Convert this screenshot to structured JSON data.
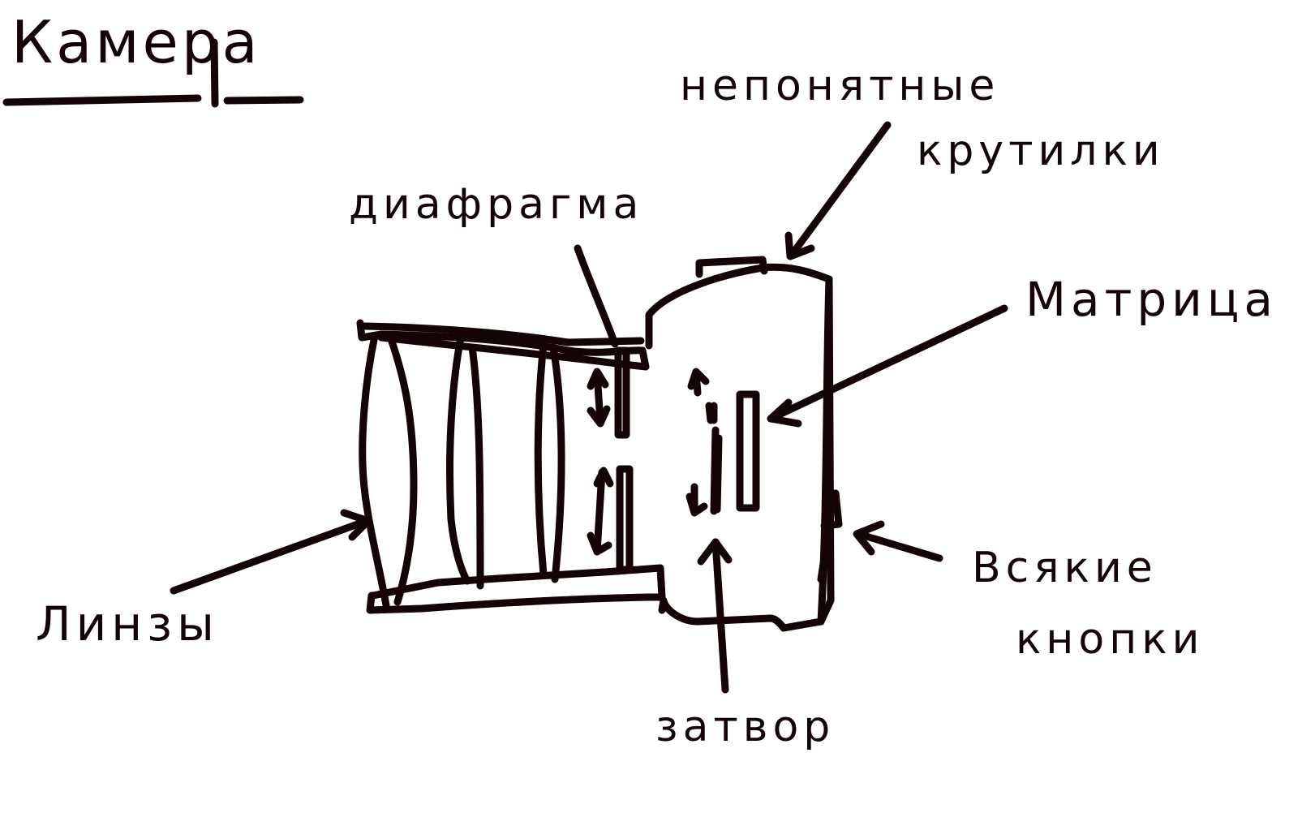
{
  "diagram": {
    "title": "Камера",
    "subject": "camera-cross-section-sketch",
    "stroke_color": "#140405",
    "background_color": "#ffffff",
    "labels": [
      {
        "id": "lenses",
        "text": "Линзы"
      },
      {
        "id": "aperture",
        "text": "диафрагма"
      },
      {
        "id": "dials",
        "line1": "непонятные",
        "line2": "крутилки"
      },
      {
        "id": "sensor",
        "text": "Матрица"
      },
      {
        "id": "shutter",
        "text": "затвор"
      },
      {
        "id": "buttons",
        "line1": "Всякие",
        "line2": "кнопки"
      }
    ],
    "components": [
      "lens-barrel",
      "lens-elements",
      "aperture-blades",
      "camera-body",
      "top-dial",
      "shutter-curtain",
      "image-sensor",
      "side-buttons"
    ]
  }
}
